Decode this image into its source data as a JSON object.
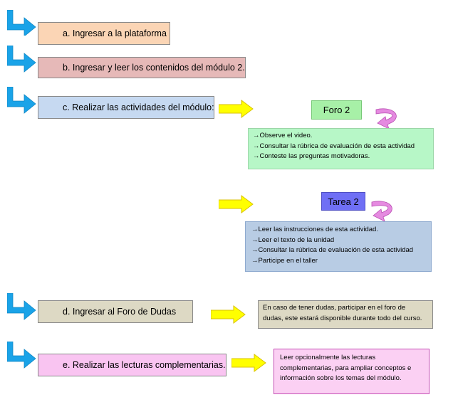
{
  "colors": {
    "l_arrow": "#1aa3e8",
    "yellow_arrow": "#ffff00",
    "curve_arrow": "#e58ae0",
    "step_a": "#fbd5b5",
    "step_b": "#e6b9b8",
    "step_c": "#c6d9f1",
    "step_d": "#ddd9c4",
    "step_e": "#f9c4f1",
    "foro_label": "#a7f0a7",
    "foro_note": "#b7f7c7",
    "tarea_label": "#6f6ff5",
    "tarea_note": "#b8cce4",
    "dudas_note": "#ddd9c4",
    "lecturas_note": "#fbd0f3"
  },
  "steps": {
    "a": "a.  Ingresar a la plataforma",
    "b": "b.  Ingresar y leer los contenidos del módulo 2.",
    "c": "c.  Realizar las actividades del módulo:",
    "d": "d.  Ingresar al Foro de Dudas",
    "e": "e.  Realizar las lecturas complementarias."
  },
  "foro": {
    "label": "Foro 2",
    "items": [
      "→Observe el video.",
      "→Consultar  la  rúbrica de evaluación  de esta actividad",
      "→Conteste  las preguntas  motivadoras."
    ]
  },
  "tarea": {
    "label": "Tarea 2",
    "items": [
      "→Leer las instrucciones  de esta actividad.",
      "→Leer el texto de la unidad",
      "→Consultar  la rúbrica de evaluación  de esta actividad",
      "→Participe  en el taller"
    ]
  },
  "dudas_note": [
    "En caso de tener dudas,  participar  en el foro de",
    "dudas, este estará disponible  durante todo del curso."
  ],
  "lecturas_note": [
    "Leer opcionalmente  las lecturas",
    "complementarias,  para ampliar conceptos  e",
    "información sobre los temas del módulo."
  ]
}
